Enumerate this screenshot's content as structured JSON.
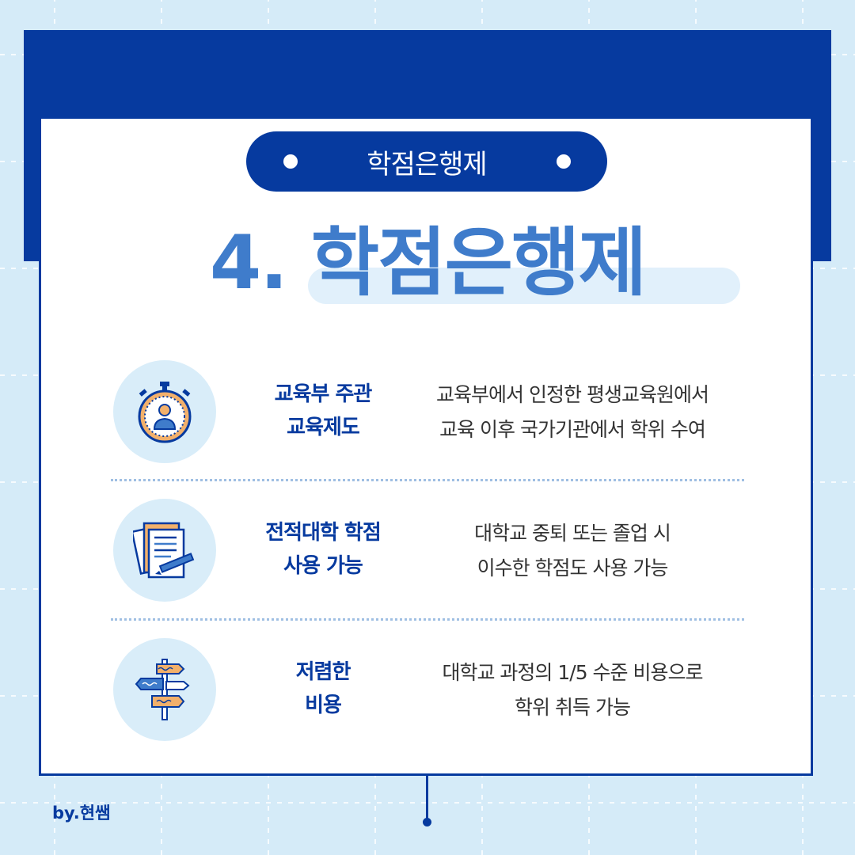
{
  "header": {
    "pill_label": "학점은행제",
    "title": "4. 학점은행제"
  },
  "rows": [
    {
      "icon": "stopwatch-person-icon",
      "label_line1": "교육부 주관",
      "label_line2": "교육제도",
      "desc_line1": "교육부에서 인정한 평생교육원에서",
      "desc_line2": "교육 이후 국가기관에서 학위 수여"
    },
    {
      "icon": "documents-pen-icon",
      "label_line1": "전적대학 학점",
      "label_line2": "사용 가능",
      "desc_line1": "대학교 중퇴 또는 졸업 시",
      "desc_line2": "이수한 학점도 사용 가능"
    },
    {
      "icon": "signpost-icon",
      "label_line1": "저렴한",
      "label_line2": "비용",
      "desc_line1": "대학교 과정의 1/5 수준 비용으로",
      "desc_line2": "학위 취득 가능"
    }
  ],
  "footer": {
    "signature": "by.현쌤"
  },
  "colors": {
    "background": "#d5ebf8",
    "navy": "#063a9f",
    "title_blue": "#3f7ccb",
    "icon_orange": "#f2b06b"
  }
}
